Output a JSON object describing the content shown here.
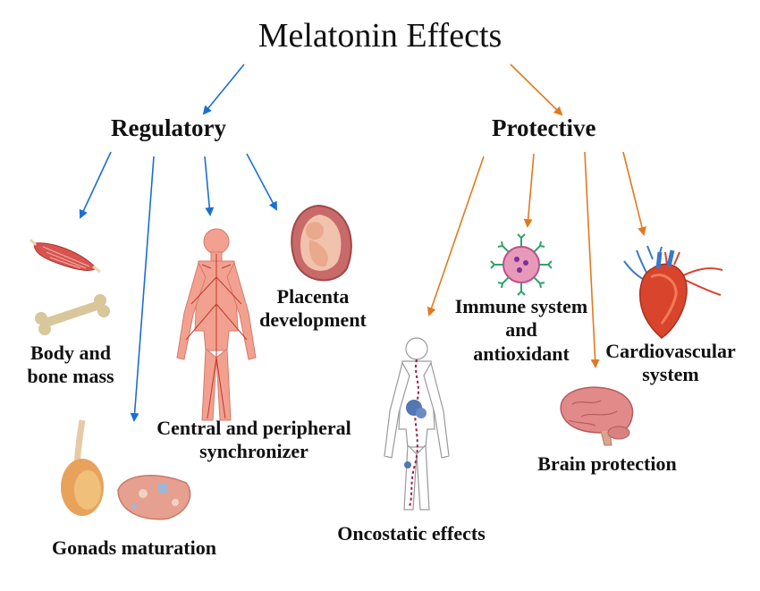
{
  "title": "Melatonin Effects",
  "colors": {
    "regulatory_arrow": "#1a6fd0",
    "protective_arrow": "#e07a1f",
    "muscle": "#d9534f",
    "bone": "#d8c79a",
    "body_fill": "#f2a190",
    "nerve": "#c0392b",
    "heart": "#d9442c",
    "vessel_blue": "#3a78c8",
    "brain": "#e28a8a",
    "cell": "#c64a8d",
    "receptor": "#2fa36b"
  },
  "branches": {
    "regulatory": {
      "label": "Regulatory",
      "items": [
        {
          "label": "Body and\nbone mass",
          "icons": [
            "muscle-icon",
            "bone-icon"
          ]
        },
        {
          "label": "Gonads maturation",
          "icons": [
            "testis-icon",
            "ovary-icon"
          ]
        },
        {
          "label": "Central and peripheral\nsynchronizer",
          "icons": [
            "human-nervous-system-icon"
          ]
        },
        {
          "label": "Placenta\ndevelopment",
          "icons": [
            "fetus-in-womb-icon"
          ]
        }
      ]
    },
    "protective": {
      "label": "Protective",
      "items": [
        {
          "label": "Oncostatic effects",
          "icons": [
            "body-tumor-icon"
          ]
        },
        {
          "label": "Immune system\nand\nantioxidant",
          "icons": [
            "immune-cell-icon"
          ]
        },
        {
          "label": "Brain protection",
          "icons": [
            "brain-icon"
          ]
        },
        {
          "label": "Cardiovascular\nsystem",
          "icons": [
            "heart-icon"
          ]
        }
      ]
    }
  }
}
